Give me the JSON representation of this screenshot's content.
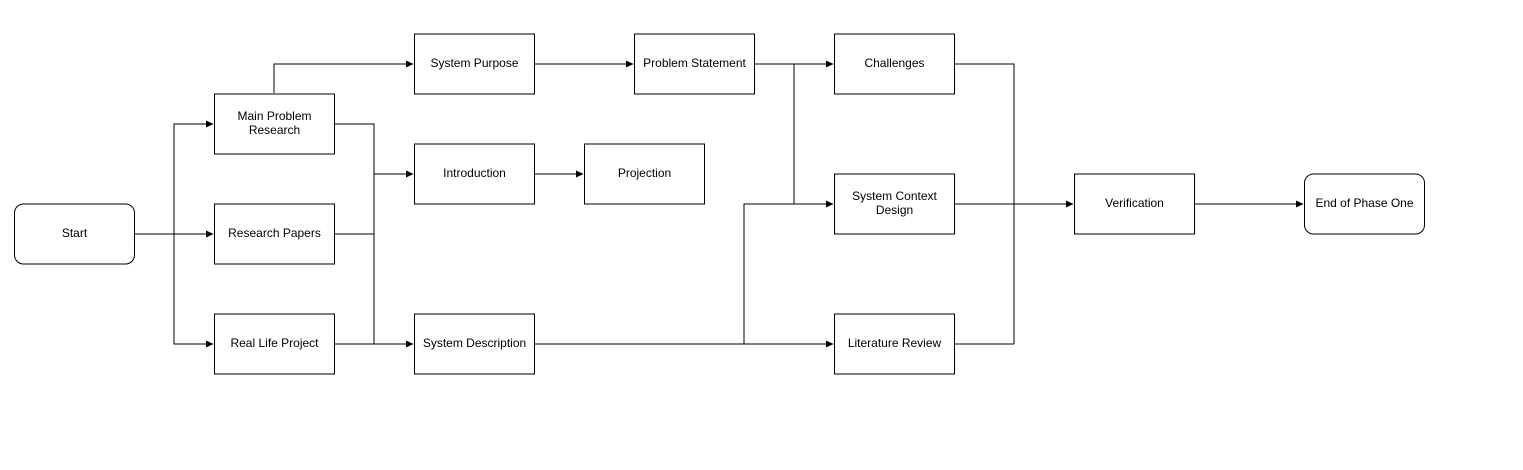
{
  "diagram": {
    "nodes": [
      {
        "id": "start",
        "lines": [
          "Start"
        ],
        "shape": "rounded"
      },
      {
        "id": "main_problem_research",
        "lines": [
          "Main Problem",
          "Research"
        ],
        "shape": "rect"
      },
      {
        "id": "research_papers",
        "lines": [
          "Research Papers"
        ],
        "shape": "rect"
      },
      {
        "id": "real_life_project",
        "lines": [
          "Real Life Project"
        ],
        "shape": "rect"
      },
      {
        "id": "system_purpose",
        "lines": [
          "System Purpose"
        ],
        "shape": "rect"
      },
      {
        "id": "introduction",
        "lines": [
          "Introduction"
        ],
        "shape": "rect"
      },
      {
        "id": "system_description",
        "lines": [
          "System Description"
        ],
        "shape": "rect"
      },
      {
        "id": "projection",
        "lines": [
          "Projection"
        ],
        "shape": "rect"
      },
      {
        "id": "problem_statement",
        "lines": [
          "Problem Statement"
        ],
        "shape": "rect"
      },
      {
        "id": "challenges",
        "lines": [
          "Challenges"
        ],
        "shape": "rect"
      },
      {
        "id": "system_context_design",
        "lines": [
          "System Context",
          "Design"
        ],
        "shape": "rect"
      },
      {
        "id": "literature_review",
        "lines": [
          "Literature Review"
        ],
        "shape": "rect"
      },
      {
        "id": "verification",
        "lines": [
          "Verification"
        ],
        "shape": "rect"
      },
      {
        "id": "end_of_phase_one",
        "lines": [
          "End of Phase One"
        ],
        "shape": "rounded"
      }
    ],
    "edges": [
      {
        "from": "start",
        "to": "main_problem_research"
      },
      {
        "from": "start",
        "to": "research_papers"
      },
      {
        "from": "start",
        "to": "real_life_project"
      },
      {
        "from": "main_problem_research",
        "to": "system_purpose"
      },
      {
        "from": "main_problem_research",
        "to": "introduction"
      },
      {
        "from": "main_problem_research",
        "to": "system_description"
      },
      {
        "from": "research_papers",
        "to": "introduction"
      },
      {
        "from": "research_papers",
        "to": "system_description"
      },
      {
        "from": "real_life_project",
        "to": "introduction"
      },
      {
        "from": "real_life_project",
        "to": "system_description"
      },
      {
        "from": "system_purpose",
        "to": "problem_statement"
      },
      {
        "from": "introduction",
        "to": "projection"
      },
      {
        "from": "problem_statement",
        "to": "challenges"
      },
      {
        "from": "problem_statement",
        "to": "system_context_design"
      },
      {
        "from": "system_description",
        "to": "system_context_design"
      },
      {
        "from": "system_description",
        "to": "literature_review"
      },
      {
        "from": "challenges",
        "to": "verification"
      },
      {
        "from": "system_context_design",
        "to": "verification"
      },
      {
        "from": "literature_review",
        "to": "verification"
      },
      {
        "from": "verification",
        "to": "end_of_phase_one"
      }
    ]
  }
}
